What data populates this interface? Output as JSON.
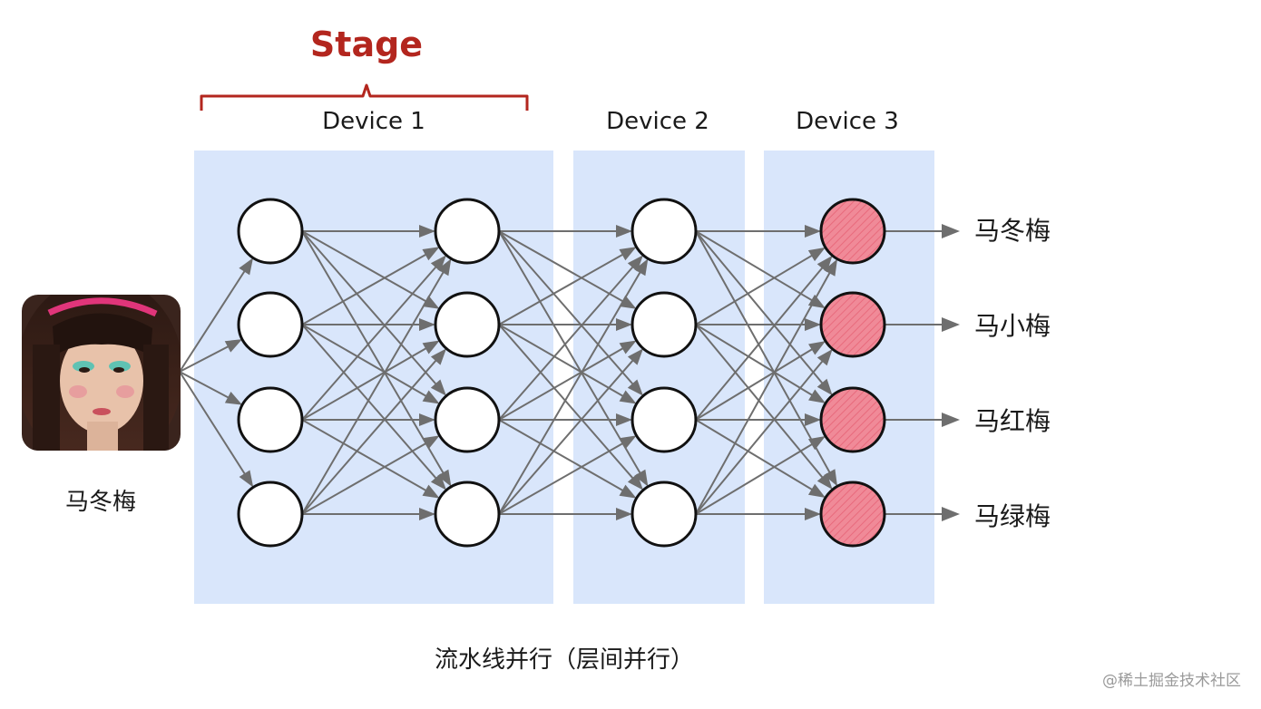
{
  "stage": {
    "label": "Stage"
  },
  "devices": [
    {
      "label": "Device 1"
    },
    {
      "label": "Device 2"
    },
    {
      "label": "Device 3"
    }
  ],
  "input": {
    "label": "马冬梅",
    "image": "portrait-photo"
  },
  "outputs": [
    {
      "label": "马冬梅"
    },
    {
      "label": "马小梅"
    },
    {
      "label": "马红梅"
    },
    {
      "label": "马绿梅"
    }
  ],
  "caption": "流水线并行（层间并行）",
  "watermark": "@稀土掘金技术社区",
  "colors": {
    "stage_accent": "#b3261e",
    "device_panel": "#d9e6fb",
    "output_neuron": "#f08a98",
    "edge": "#6e6e6e"
  }
}
